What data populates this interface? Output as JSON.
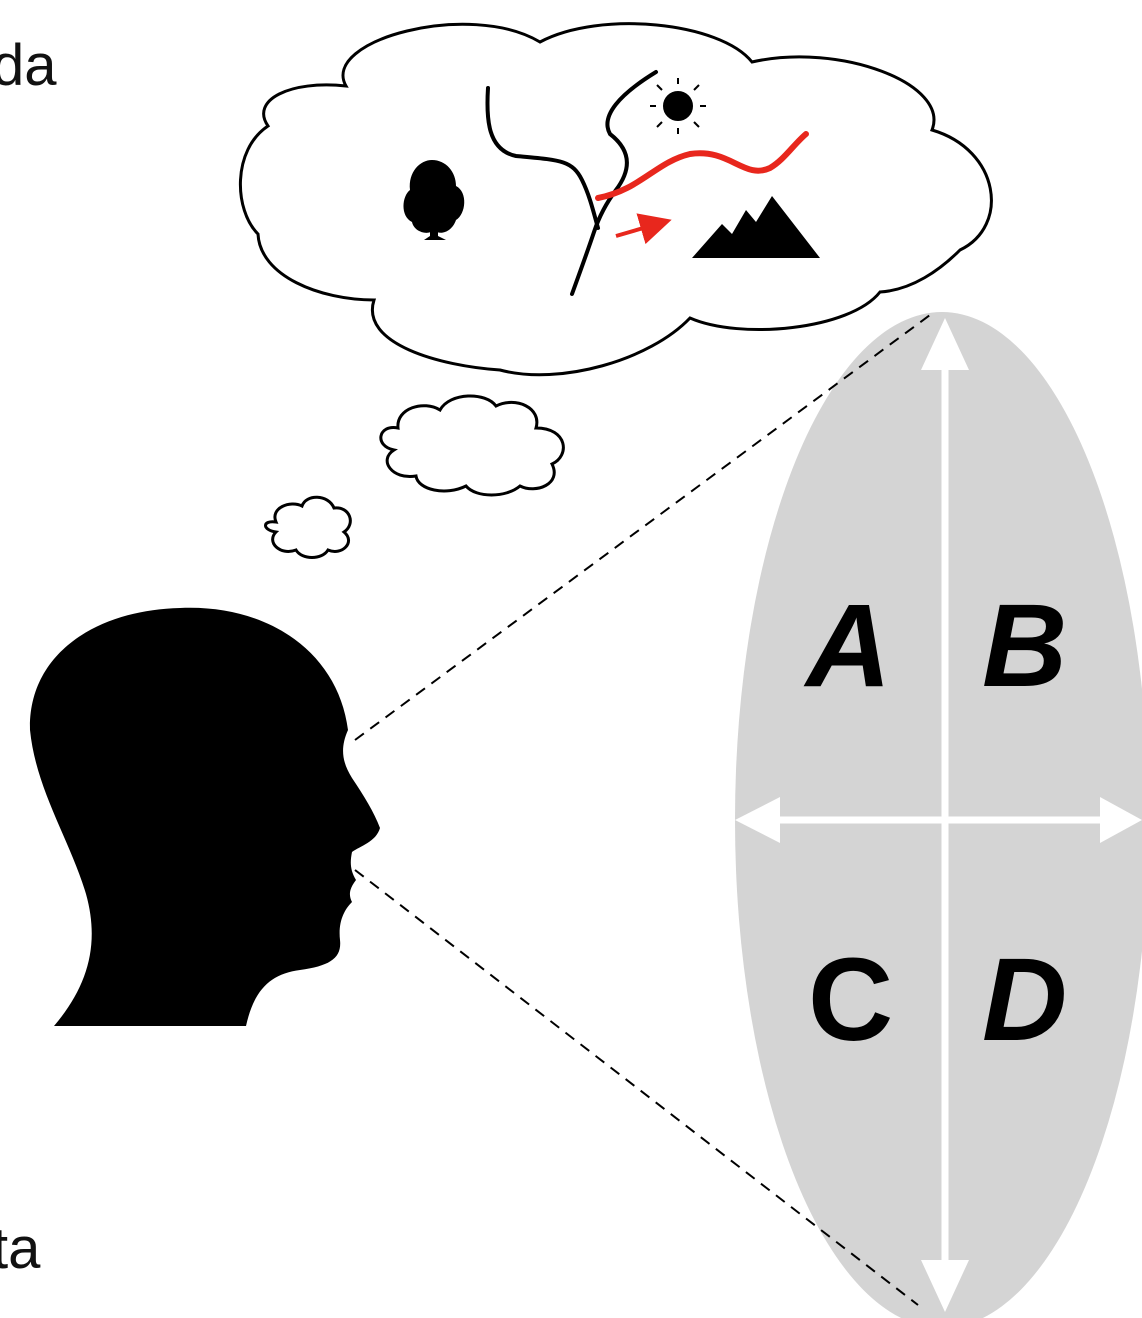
{
  "texts": {
    "top_left_fragment": "da",
    "bottom_left_fragment": "ta"
  },
  "quadrants": {
    "a": "A",
    "b": "B",
    "c": "C",
    "d": "D"
  },
  "colors": {
    "ellipse_fill": "#d4d4d4",
    "accent_red": "#e8271d",
    "ink": "#000000",
    "axis": "#ffffff"
  },
  "icons": [
    "head-silhouette-icon",
    "thought-cloud-icon",
    "tree-icon",
    "sun-icon",
    "mountains-icon",
    "river-icon",
    "arrow-icon"
  ]
}
